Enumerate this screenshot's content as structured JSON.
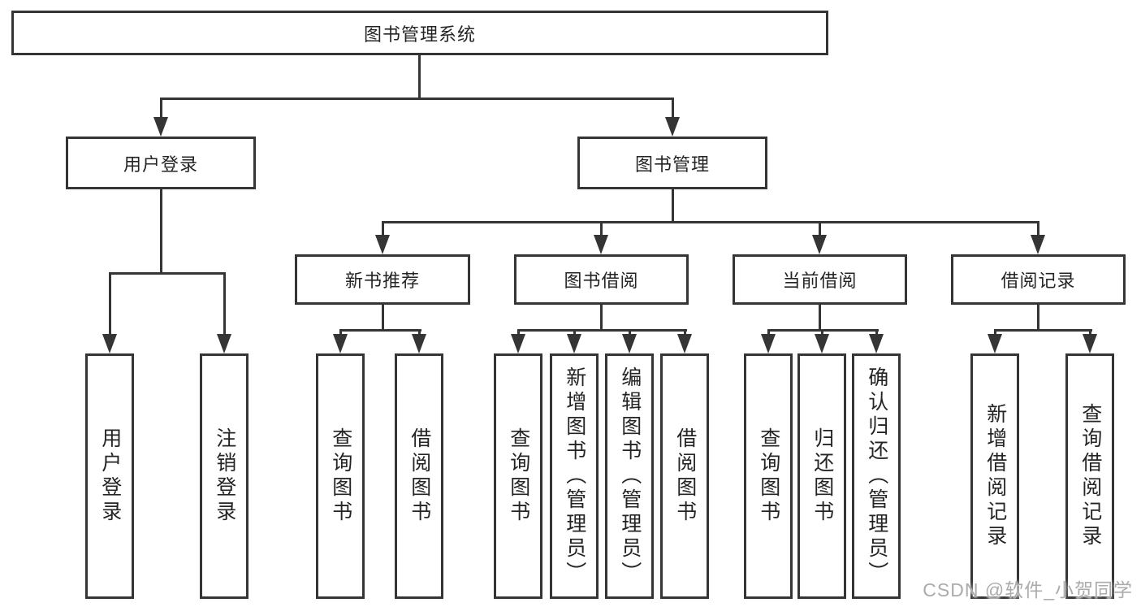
{
  "colors": {
    "line": "#353535",
    "text": "#242424",
    "watermark_text": "#ababab"
  },
  "tree": {
    "label": "图书管理系统",
    "children": [
      {
        "label": "用户登录",
        "children": [
          {
            "label": "用户登录"
          },
          {
            "label": "注销登录"
          }
        ]
      },
      {
        "label": "图书管理",
        "children": [
          {
            "label": "新书推荐",
            "children": [
              {
                "label": "查询图书"
              },
              {
                "label": "借阅图书"
              }
            ]
          },
          {
            "label": "图书借阅",
            "children": [
              {
                "label": "查询图书"
              },
              {
                "label": "新增图书（管理员）"
              },
              {
                "label": "编辑图书（管理员）"
              },
              {
                "label": "借阅图书"
              }
            ]
          },
          {
            "label": "当前借阅",
            "children": [
              {
                "label": "查询图书"
              },
              {
                "label": "归还图书"
              },
              {
                "label": "确认归还（管理员）"
              }
            ]
          },
          {
            "label": "借阅记录",
            "children": [
              {
                "label": "新增借阅记录"
              },
              {
                "label": "查询借阅记录"
              }
            ]
          }
        ]
      }
    ]
  },
  "watermark": {
    "text": "CSDN @软件_小贺同学"
  }
}
